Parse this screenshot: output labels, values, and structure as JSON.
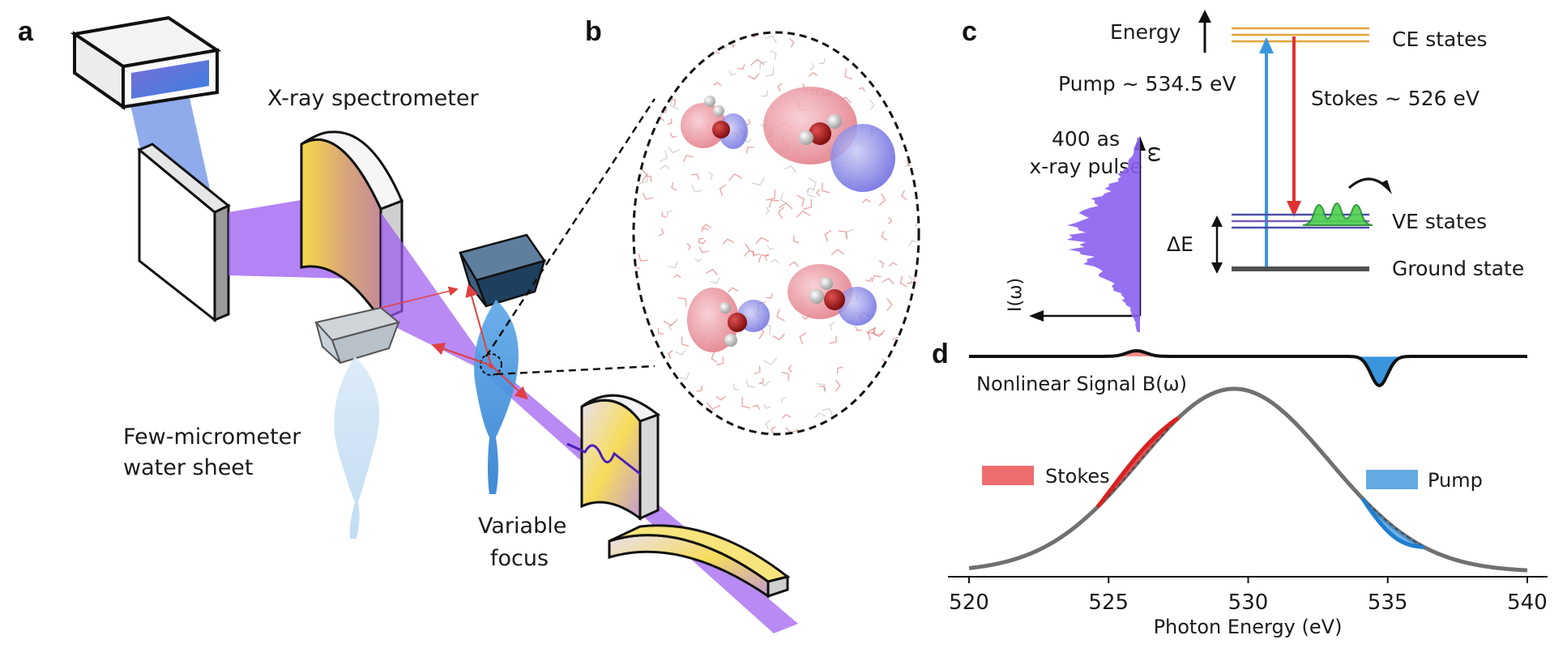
{
  "panels": {
    "a": "a",
    "b": "b",
    "c": "c",
    "d": "d"
  },
  "panel_a": {
    "spectrometer_label": "X-ray spectrometer",
    "water_sheet_label_line1": "Few-micrometer",
    "water_sheet_label_line2": "water sheet",
    "focus_label_line1": "Variable",
    "focus_label_line2": "focus"
  },
  "panel_c": {
    "energy_label": "Energy",
    "ce_states": "CE states",
    "pump": "Pump ~ 534.5 eV",
    "stokes": "Stokes ~ 526 eV",
    "pulse_line1": "400 as",
    "pulse_line2": "x-ray pulse",
    "omega": "ω",
    "intensity_axis": "I(ω)",
    "ve_states": "VE states",
    "delta_e": "ΔE",
    "ground_state": "Ground state"
  },
  "panel_d": {
    "signal_label": "Nonlinear Signal B(ω)",
    "legend": [
      {
        "name": "Stokes",
        "color": "#e8484a"
      },
      {
        "name": "Pump",
        "color": "#3b95dd"
      }
    ],
    "xlabel": "Photon Energy (eV)"
  },
  "colors": {
    "stokes": "#e8484a",
    "pump": "#3b95dd",
    "beam": "#9b59f0",
    "curve": "#707070",
    "level_ce": "#e0a53a",
    "level_ve": "#4a4fa8",
    "ground": "#505050"
  },
  "chart_data": {
    "type": "line",
    "title": "",
    "xlabel": "Photon Energy (eV)",
    "ylabel": "",
    "xlim": [
      520,
      540
    ],
    "xticks": [
      520,
      525,
      530,
      535,
      540
    ],
    "series": [
      {
        "name": "",
        "role": "pulse spectrum",
        "center": 529.5,
        "width": 3.4,
        "x": [
          520,
          522,
          524,
          526,
          528,
          529.5,
          531,
          533,
          535,
          537,
          540
        ],
        "y": [
          0.02,
          0.1,
          0.3,
          0.65,
          0.93,
          1.0,
          0.93,
          0.65,
          0.3,
          0.1,
          0.01
        ]
      },
      {
        "name": "Stokes",
        "range": [
          524.6,
          527.5
        ],
        "y_offset": 0.04
      },
      {
        "name": "Pump",
        "range": [
          534.1,
          536.3
        ],
        "y_offset": -0.05
      },
      {
        "name": "Nonlinear Signal B(ω)",
        "x": [
          520,
          525,
          526,
          527,
          533,
          534.7,
          536,
          540
        ],
        "y": [
          0,
          0,
          0.25,
          0,
          0,
          -1.0,
          0,
          0
        ]
      }
    ]
  }
}
